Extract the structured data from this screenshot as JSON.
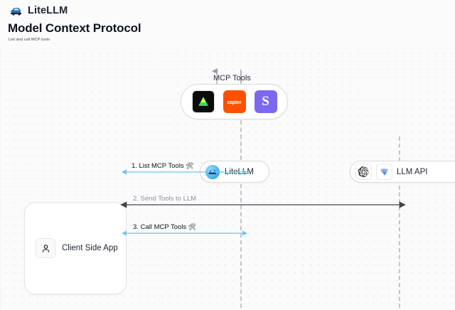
{
  "header": {
    "brand": "LiteLLM",
    "brand_icon": "litellm-logo-icon",
    "title": "Model Context Protocol",
    "subtitle": "List and call MCP tools"
  },
  "diagram": {
    "mcp_group": {
      "title": "MCP Tools",
      "tools": [
        {
          "name": "tool-tile-dark",
          "icon": "green-triangle-icon",
          "label": ""
        },
        {
          "name": "tool-tile-zapier",
          "icon": "zapier-icon",
          "label": "zapier"
        },
        {
          "name": "tool-tile-slack",
          "icon": "slack-s-icon",
          "label": "S"
        }
      ]
    },
    "nodes": [
      {
        "id": "litellm",
        "label": "LiteLLM",
        "icon": "litellm-avatar-icon"
      },
      {
        "id": "llm_api",
        "label": "LLM API",
        "icons": [
          "openai-icon",
          "gemini-icon"
        ]
      },
      {
        "id": "client",
        "label": "Client Side App",
        "icon": "user-icon"
      }
    ],
    "messages": [
      {
        "index": "1.",
        "text": "1. List MCP Tools",
        "emoji": "🛠",
        "color": "#6cc5f0",
        "style": "blue"
      },
      {
        "index": "2.",
        "text": "2. Send Tools to LLM",
        "emoji": "",
        "color": "#4b4f58",
        "style": "grey"
      },
      {
        "index": "3.",
        "text": "3. Call MCP Tools",
        "emoji": "🛠",
        "color": "#6cc5f0",
        "style": "blue"
      }
    ]
  },
  "colors": {
    "canvas_bg": "#fbfbfb",
    "accent_blue": "#6cc5f0",
    "arrow_dark": "#4b4f58",
    "lifeline": "#c3c5ca",
    "zapier_orange": "#ff4f00",
    "slack_purple": "#7b68ee"
  }
}
